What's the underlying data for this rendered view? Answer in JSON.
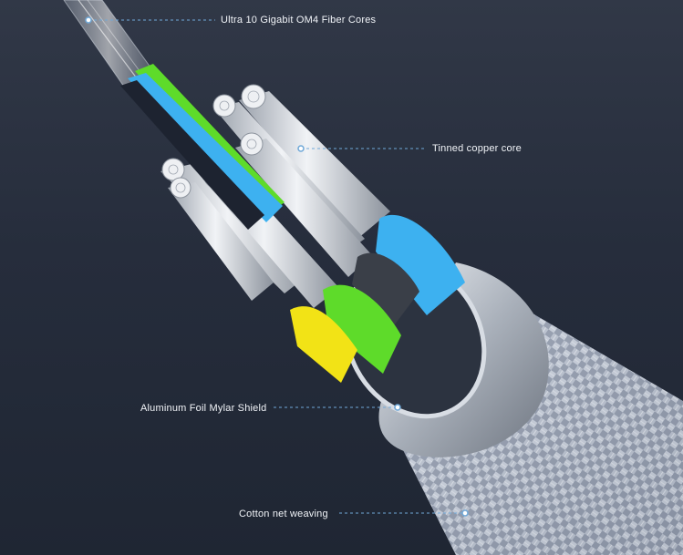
{
  "annotations": {
    "fiber": "Ultra 10 Gigabit OM4 Fiber Cores",
    "copper": "Tinned copper core",
    "foil": "Aluminum Foil Mylar Shield",
    "cotton": "Cotton net weaving"
  },
  "colors": {
    "background": "#2a3140",
    "leader_line": "#6fa8d8",
    "blue_core": "#3db1f0",
    "green_core": "#5edb2a",
    "yellow_core": "#f2e316",
    "shield_metal": "#c9ced6",
    "braid": "#a9b2c3",
    "strand": "#dfe3e9"
  }
}
